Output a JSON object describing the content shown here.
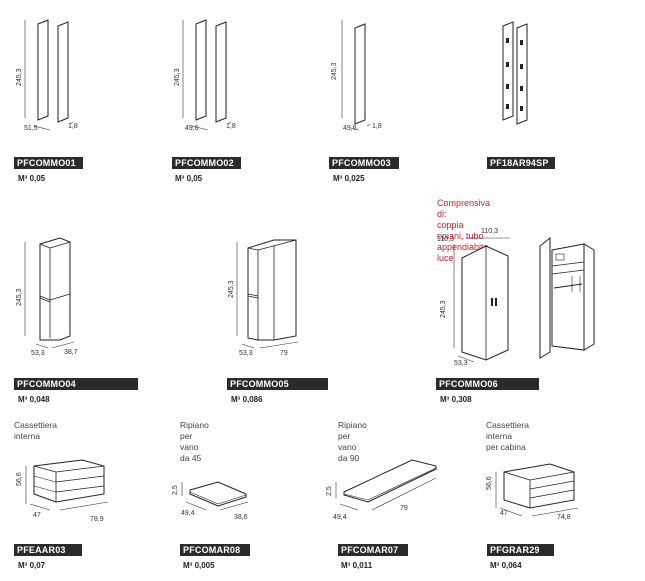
{
  "volume_unit": "M³",
  "items": [
    {
      "code": "PFCOMMO01",
      "volume": "0,05",
      "dims": {
        "h": "245,3",
        "a": "51,5",
        "b": "1,8"
      }
    },
    {
      "code": "PFCOMMO02",
      "volume": "0,05",
      "dims": {
        "h": "245,3",
        "a": "49,6",
        "b": "1,8"
      }
    },
    {
      "code": "PFCOMMO03",
      "volume": "0,025",
      "dims": {
        "h": "245,3",
        "a": "49,6",
        "b": "1,8"
      }
    },
    {
      "code": "PF18AR94SP"
    },
    {
      "code": "PFCOMMO04",
      "volume": "0,048",
      "dims": {
        "h": "245,3",
        "a": "53,3",
        "b": "38,7"
      }
    },
    {
      "code": "PFCOMMO05",
      "volume": "0,086",
      "dims": {
        "h": "245,3",
        "a": "53,3",
        "b": "79"
      }
    },
    {
      "code": "PFCOMMO06",
      "volume": "0,308",
      "dims": {
        "h": "245,3",
        "a": "53,3",
        "top_left": "110,3",
        "top_right": "110,3"
      },
      "note": [
        "Comprensiva di:",
        "coppia ripiani, tubo appendiabito, luce"
      ]
    },
    {
      "code": "PFEAAR03",
      "volume": "0,07",
      "title": [
        "Cassettiera interna"
      ],
      "dims": {
        "h": "56,6",
        "a": "47",
        "b": "78,9"
      }
    },
    {
      "code": "PFCOMAR08",
      "volume": "0,005",
      "title": [
        "Ripiano per vano da 45"
      ],
      "dims": {
        "h": "2,5",
        "a": "49,4",
        "b": "38,6"
      }
    },
    {
      "code": "PFCOMAR07",
      "volume": "0,011",
      "title": [
        "Ripiano per vano da 90"
      ],
      "dims": {
        "h": "2,5",
        "a": "49,4",
        "b": "79"
      }
    },
    {
      "code": "PFGRAR29",
      "volume": "0,064",
      "title": [
        "Cassettiera interna",
        "per cabina"
      ],
      "dims": {
        "h": "56,6",
        "a": "47",
        "b": "74,8"
      }
    }
  ]
}
